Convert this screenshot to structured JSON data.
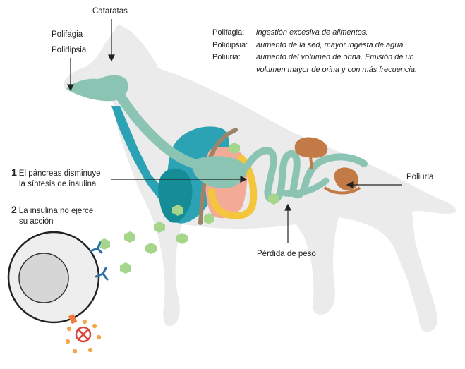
{
  "labels": {
    "cataratas": "Cataratas",
    "polifagia": "Polifagia",
    "polidipsia": "Polidipsia",
    "poliuria": "Poliuria",
    "perdida_peso": "Pérdida de peso",
    "step1_num": "1",
    "step1_line1": "El páncreas disminuye",
    "step1_line2": "la síntesis de insulina",
    "step2_num": "2",
    "step2_line1": "La insulina no ejerce",
    "step2_line2": "su acción"
  },
  "glossary": [
    {
      "term": "Polifagia:",
      "lines": [
        "ingestión excesiva de alimentos."
      ]
    },
    {
      "term": "Polidipsia:",
      "lines": [
        "aumento de la sed, mayor ingesta de agua."
      ]
    },
    {
      "term": "Poliuria:",
      "lines": [
        "aumento del volumen de orina. Emisión de un",
        "volumen mayor de orina y con más frecuencia."
      ]
    }
  ],
  "colors": {
    "dog_silhouette": "#ebebeb",
    "digestive_tract": "#8cc4b3",
    "lung": "#2ba3b4",
    "heart_lung_dark": "#158c96",
    "pancreas": "#f5c53c",
    "liver": "#f3ab98",
    "kidney": "#c27a46",
    "spine_tube": "#9c8468",
    "insulin": "#a5d68c",
    "receptor": "#2e6ea8",
    "glucose": "#f0a84a",
    "blocked": "#d9473c",
    "cell_outer": "#eeeeee",
    "cell_inner": "#d6d6d6"
  }
}
